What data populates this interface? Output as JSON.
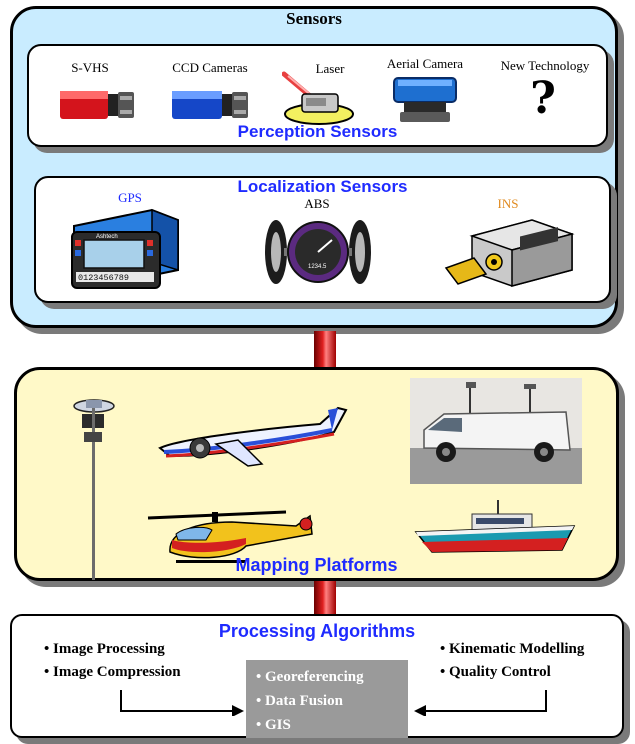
{
  "sensors": {
    "title": "Sensors",
    "perception": {
      "title": "Perception Sensors",
      "items": [
        "S-VHS",
        "CCD Cameras",
        "Laser",
        "Aerial Camera",
        "New Technology"
      ]
    },
    "localization": {
      "title": "Localization Sensors",
      "items": [
        "GPS",
        "ABS",
        "INS"
      ],
      "colors": {
        "gps": "#1f2bff",
        "abs": "#000000",
        "ins": "#e08a1e"
      }
    }
  },
  "platforms": {
    "title": "Mapping Platforms"
  },
  "processing": {
    "title": "Processing Algorithms",
    "left": [
      "• Image Processing",
      "• Image Compression"
    ],
    "right": [
      "• Kinematic Modelling",
      "• Quality Control"
    ],
    "center": [
      "• Georeferencing",
      "• Data Fusion",
      "• GIS"
    ]
  },
  "gps_device": {
    "brand": "Ashtech",
    "keys": "0123456789"
  },
  "colors": {
    "sensors_bg": "#c9ecff",
    "platforms_bg": "#fff9c8",
    "connector": "#cc1111",
    "center_box": "#9a9a9a",
    "heading": "#1f2bff"
  }
}
